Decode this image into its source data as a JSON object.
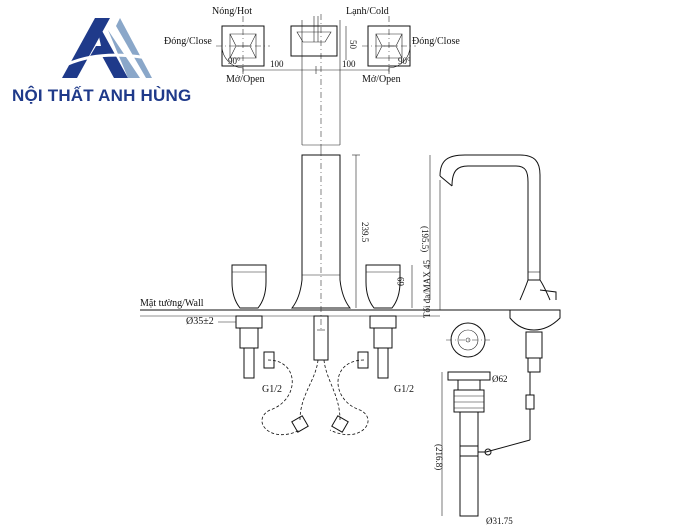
{
  "brand": {
    "name": "NỘI THẤT ANH HÙNG",
    "logo_icon": "triangle-a-logo",
    "color_primary": "#1f3a8a",
    "color_secondary": "#8aa7c9"
  },
  "top_view": {
    "hot_label": "Nóng/Hot",
    "cold_label": "Lạnh/Cold",
    "close_left": "Đóng/Close",
    "close_right": "Đóng/Close",
    "open_left": "Mở/Open",
    "open_right": "Mở/Open",
    "angle_left": "90°",
    "angle_right": "90°",
    "dim_left": "100",
    "dim_right": "100",
    "dim_spout": "50"
  },
  "side_view": {
    "wall_label": "Mặt tường/Wall",
    "dia_label": "Ø35±2",
    "height_label": "239.5",
    "handle_height": "69",
    "thread_left": "G1/2",
    "thread_right": "G1/2",
    "max_label": "Tối đa/MAX 45"
  },
  "right_view": {
    "height_label": "(195.5)",
    "drain_dia": "Ø62",
    "drain_len": "(216.8)",
    "bottom_dia": "Ø31.75"
  }
}
